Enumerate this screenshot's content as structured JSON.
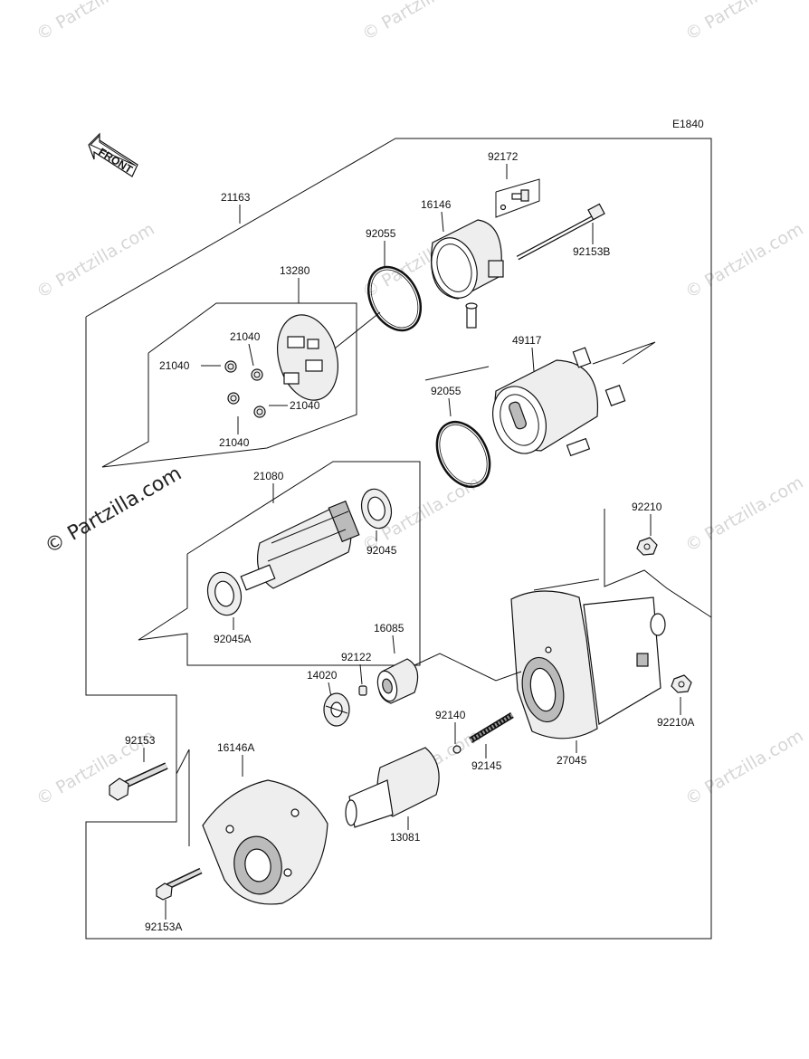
{
  "diagram_code": "E1840",
  "front_label": "FRONT",
  "watermark": {
    "small": "© Partzilla.com",
    "large": "© Partzilla.com"
  },
  "parts": {
    "p21163": "21163",
    "p92172": "92172",
    "p16146": "16146",
    "p92153B": "92153B",
    "p92055_top": "92055",
    "p13280": "13280",
    "p21040_a": "21040",
    "p21040_b": "21040",
    "p21040_c": "21040",
    "p21040_d": "21040",
    "p49117": "49117",
    "p92055_mid": "92055",
    "p21080": "21080",
    "p92045": "92045",
    "p92045A": "92045A",
    "p92210": "92210",
    "p16085": "16085",
    "p92122": "92122",
    "p14020": "14020",
    "p92140": "92140",
    "p92145": "92145",
    "p27045": "27045",
    "p92210A": "92210A",
    "p92153": "92153",
    "p16146A": "16146A",
    "p13081": "13081",
    "p92153A": "92153A"
  }
}
